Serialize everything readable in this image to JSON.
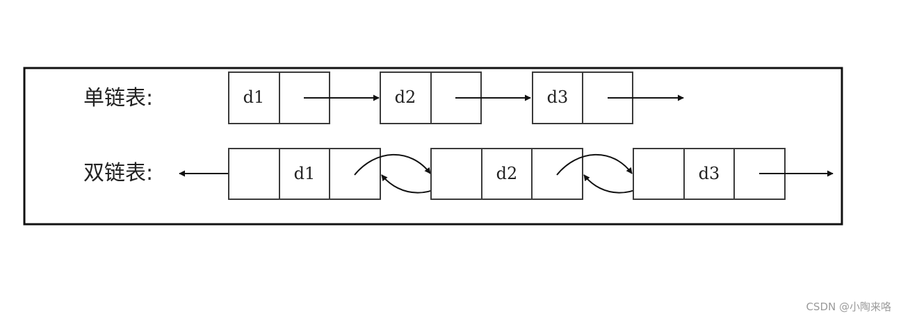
{
  "singly_linked": {
    "label": "单链表:",
    "nodes": [
      "d1",
      "d2",
      "d3"
    ]
  },
  "doubly_linked": {
    "label": "双链表:",
    "nodes": [
      "d1",
      "d2",
      "d3"
    ]
  },
  "watermark": "CSDN @小陶来咯"
}
